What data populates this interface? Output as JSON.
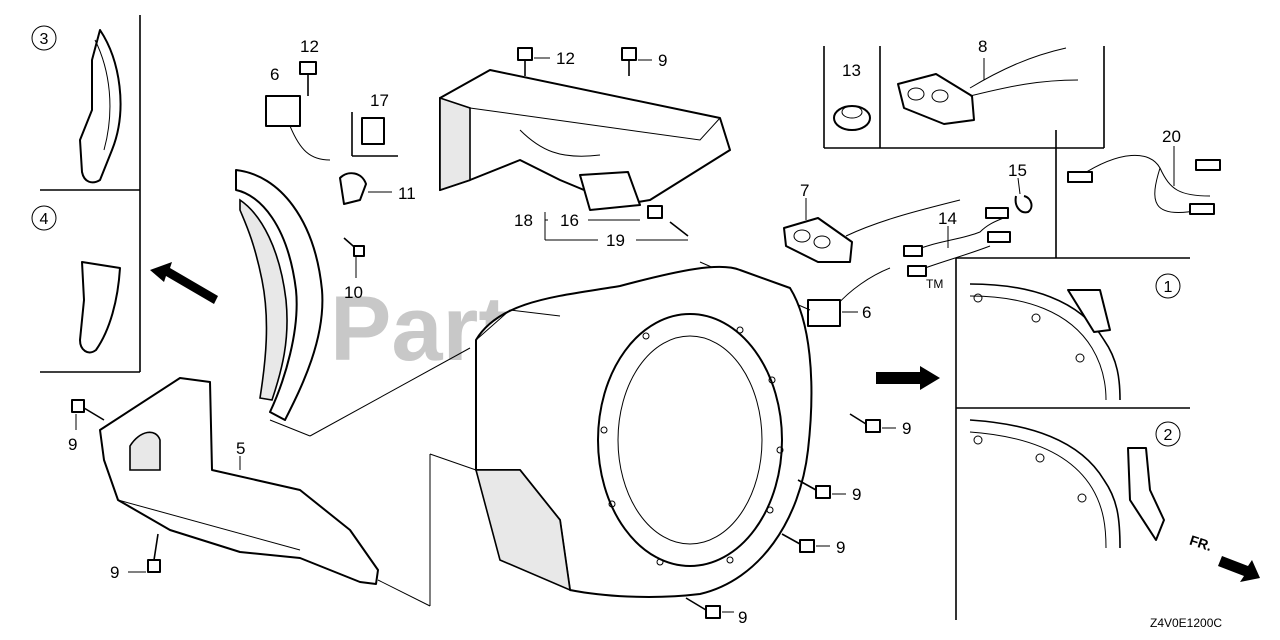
{
  "callouts": {
    "c12a": "12",
    "c6a": "6",
    "c17": "17",
    "c11": "11",
    "c10": "10",
    "c12b": "12",
    "c9a": "9",
    "c18": "18",
    "c16": "16",
    "c19": "19",
    "c13": "13",
    "c8": "8",
    "c7": "7",
    "c15": "15",
    "c14": "14",
    "c20": "20",
    "c6b": "6",
    "c9b": "9",
    "c5": "5",
    "c9c": "9",
    "c9d": "9",
    "c9e": "9",
    "c9f": "9",
    "c9g": "9"
  },
  "insets": {
    "i3": "3",
    "i4": "4",
    "i1": "1",
    "i2": "2"
  },
  "watermark": {
    "text": "PartsTree",
    "mark": "TM"
  },
  "fr_label": "FR.",
  "diagram_code": "Z4V0E1200C",
  "icons": [
    "direction-arrow-icon",
    "front-arrow-icon"
  ]
}
